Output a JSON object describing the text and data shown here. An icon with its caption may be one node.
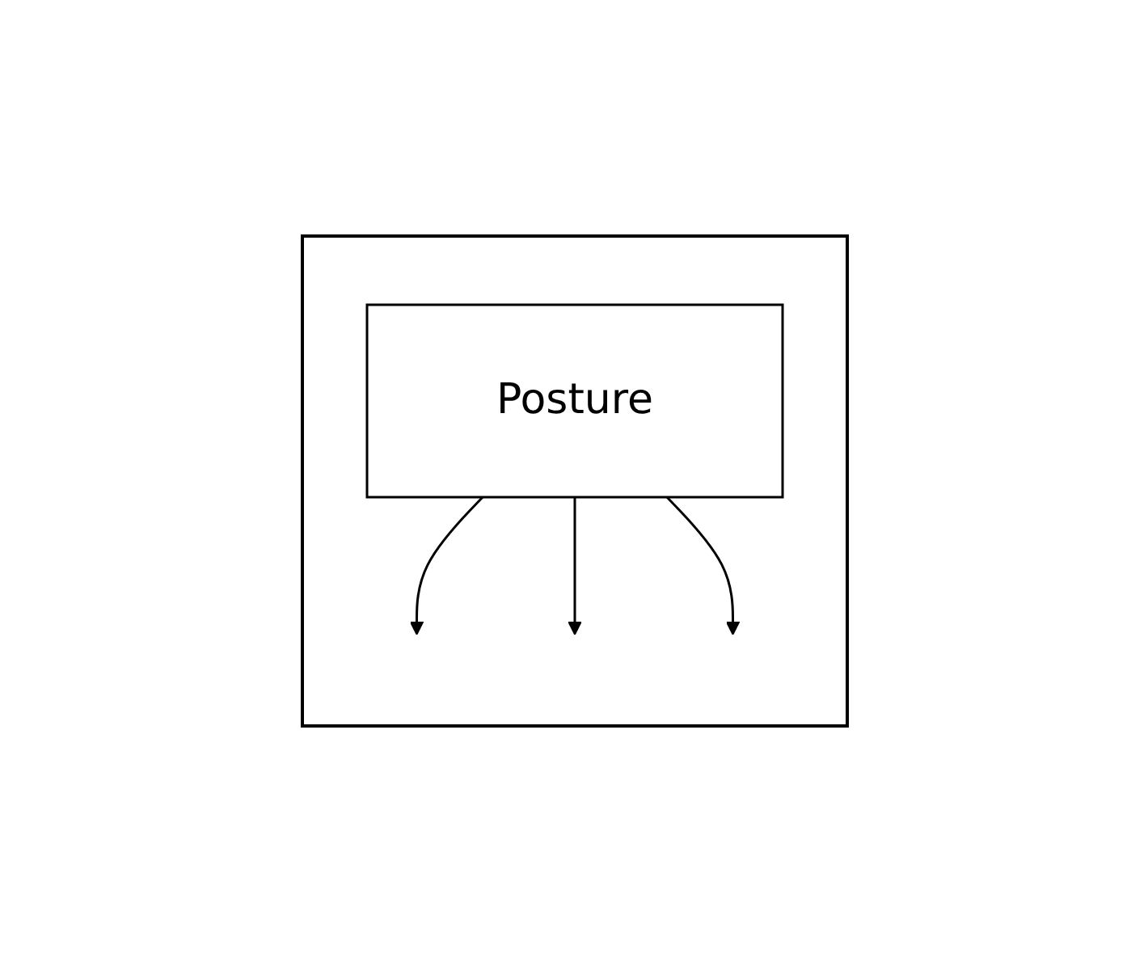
{
  "diagram": {
    "nodes": [
      {
        "text": [],
        "shape": "box"
      },
      {
        "text": [
          "Posture"
        ],
        "in": 0
      }
    ],
    "edges": [
      {
        "from": 1,
        "to": null,
        "arrow": "to"
      },
      {
        "from": 1,
        "to": null,
        "arrow": "to"
      },
      {
        "from": 1,
        "to": null,
        "arrow": "to"
      }
    ]
  }
}
